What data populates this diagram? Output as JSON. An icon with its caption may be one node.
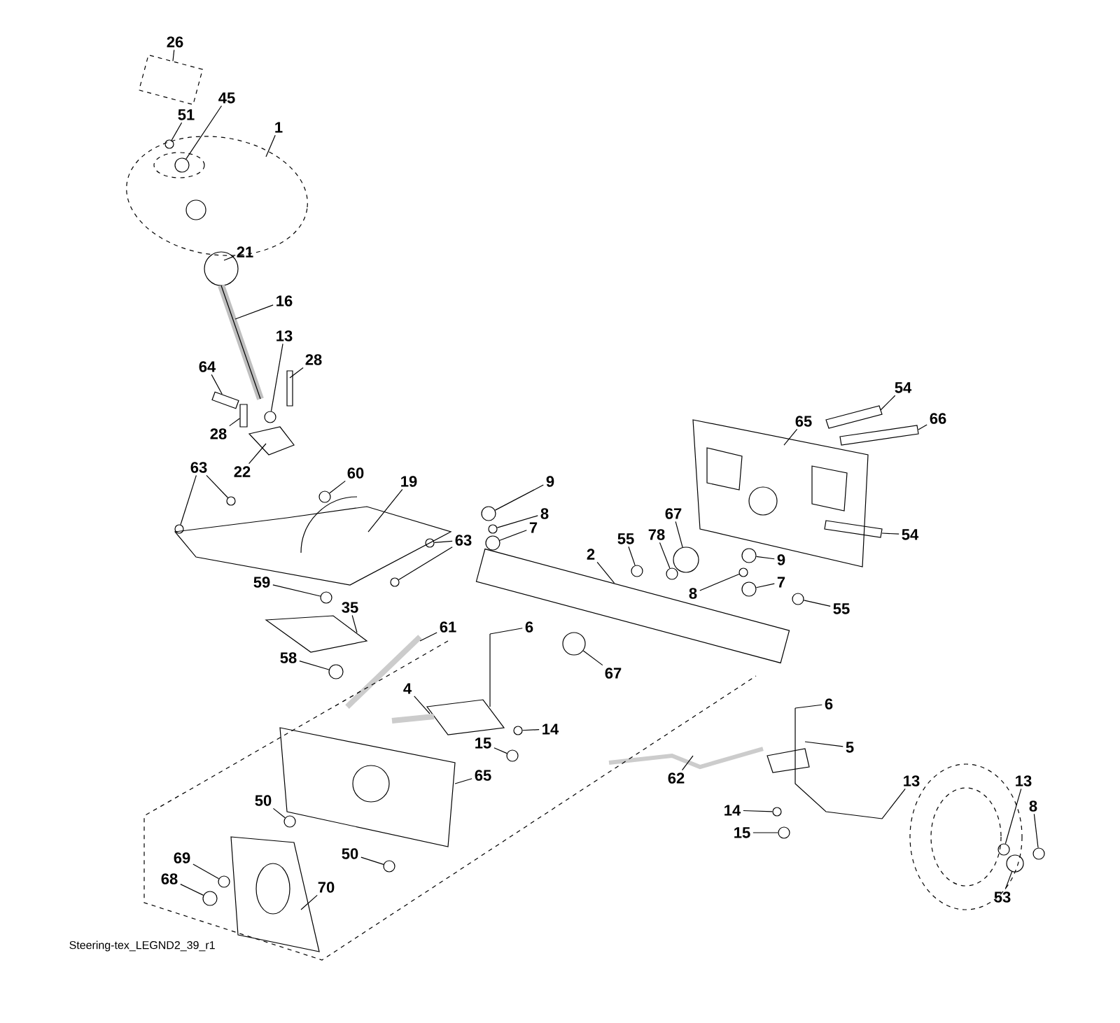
{
  "diagram": {
    "nodes": [
      {
        "text": [
          "26"
        ]
      },
      {
        "text": [
          "45"
        ]
      },
      {
        "text": [
          "51"
        ]
      },
      {
        "text": [
          "1"
        ]
      },
      {
        "text": [
          "21"
        ]
      },
      {
        "text": [
          "16"
        ]
      },
      {
        "text": [
          "13"
        ]
      },
      {
        "text": [
          "64"
        ]
      },
      {
        "text": [
          "28"
        ]
      },
      {
        "text": [
          "28"
        ]
      },
      {
        "text": [
          "22"
        ]
      },
      {
        "text": [
          "60"
        ]
      },
      {
        "text": [
          "19"
        ]
      },
      {
        "text": [
          "63"
        ]
      },
      {
        "text": [
          "63"
        ]
      },
      {
        "text": [
          "59"
        ]
      },
      {
        "text": [
          "35"
        ]
      },
      {
        "text": [
          "58"
        ]
      },
      {
        "text": [
          "61"
        ]
      },
      {
        "text": [
          "9"
        ]
      },
      {
        "text": [
          "8"
        ]
      },
      {
        "text": [
          "7"
        ]
      },
      {
        "text": [
          "2"
        ]
      },
      {
        "text": [
          "55"
        ]
      },
      {
        "text": [
          "78"
        ]
      },
      {
        "text": [
          "67"
        ]
      },
      {
        "text": [
          "9"
        ]
      },
      {
        "text": [
          "8"
        ]
      },
      {
        "text": [
          "7"
        ]
      },
      {
        "text": [
          "55"
        ]
      },
      {
        "text": [
          "67"
        ]
      },
      {
        "text": [
          "6"
        ]
      },
      {
        "text": [
          "65"
        ]
      },
      {
        "text": [
          "54"
        ]
      },
      {
        "text": [
          "66"
        ]
      },
      {
        "text": [
          "54"
        ]
      },
      {
        "text": [
          "4"
        ]
      },
      {
        "text": [
          "15"
        ]
      },
      {
        "text": [
          "14"
        ]
      },
      {
        "text": [
          "65"
        ]
      },
      {
        "text": [
          "50"
        ]
      },
      {
        "text": [
          "50"
        ]
      },
      {
        "text": [
          "69"
        ]
      },
      {
        "text": [
          "68"
        ]
      },
      {
        "text": [
          "70"
        ]
      },
      {
        "text": [
          "6"
        ]
      },
      {
        "text": [
          "5"
        ]
      },
      {
        "text": [
          "62"
        ]
      },
      {
        "text": [
          "14"
        ]
      },
      {
        "text": [
          "15"
        ]
      },
      {
        "text": [
          "13"
        ]
      },
      {
        "text": [
          "13"
        ]
      },
      {
        "text": [
          "8"
        ]
      },
      {
        "text": [
          "53"
        ]
      },
      {
        "text": [],
        "shape": "circle"
      },
      {
        "text": [],
        "shape": "circle"
      },
      {
        "text": [],
        "shape": "circle"
      },
      {
        "text": [],
        "shape": "circle"
      },
      {
        "text": [],
        "shape": "circle"
      },
      {
        "text": [],
        "shape": "circle"
      },
      {
        "text": [],
        "shape": "circle"
      },
      {
        "text": [],
        "shape": "circle"
      },
      {
        "text": [],
        "shape": "circle"
      },
      {
        "text": [],
        "shape": "circle"
      },
      {
        "text": [],
        "shape": "circle"
      },
      {
        "text": [],
        "shape": "circle"
      },
      {
        "text": [],
        "shape": "circle"
      },
      {
        "text": [],
        "shape": "circle"
      },
      {
        "text": [],
        "shape": "circle"
      },
      {
        "text": [],
        "shape": "circle"
      },
      {
        "text": [],
        "shape": "circle"
      },
      {
        "text": [],
        "shape": "circle"
      },
      {
        "text": [],
        "shape": "circle"
      },
      {
        "text": [],
        "shape": "circle"
      },
      {
        "text": [],
        "shape": "circle"
      },
      {
        "text": [],
        "shape": "circle"
      },
      {
        "text": [],
        "shape": "circle"
      },
      {
        "text": [],
        "shape": "circle"
      },
      {
        "text": [],
        "shape": "circle"
      },
      {
        "text": [],
        "shape": "circle"
      },
      {
        "text": [],
        "shape": "circle"
      },
      {
        "text": [],
        "shape": "circle"
      },
      {
        "text": [],
        "shape": "box"
      },
      {
        "text": [],
        "shape": "bar"
      },
      {
        "text": [],
        "shape": "circle"
      },
      {
        "text": [],
        "shape": "circle"
      },
      {
        "text": [],
        "shape": "circle"
      },
      {
        "text": [],
        "shape": "circle"
      },
      {
        "text": [],
        "shape": "bar"
      },
      {
        "text": [],
        "shape": "bar"
      }
    ],
    "edges": [
      {
        "from": 0,
        "to": 82,
        "arrow": "none"
      },
      {
        "from": 1,
        "to": 54,
        "arrow": "none"
      },
      {
        "from": 2,
        "to": 55,
        "arrow": "none"
      },
      {
        "from": 3,
        "to": null,
        "arrow": "none"
      },
      {
        "from": 4,
        "to": null,
        "arrow": "none"
      },
      {
        "from": 5,
        "to": null,
        "arrow": "none"
      },
      {
        "from": 6,
        "to": 56,
        "arrow": "none"
      },
      {
        "from": 7,
        "to": 88,
        "arrow": "none"
      },
      {
        "from": 8,
        "to": null,
        "arrow": "none"
      },
      {
        "from": 9,
        "to": 89,
        "arrow": "none"
      },
      {
        "from": 10,
        "to": null,
        "arrow": "none"
      },
      {
        "from": 11,
        "to": 57,
        "arrow": "none"
      },
      {
        "from": 12,
        "to": null,
        "arrow": "none"
      },
      {
        "from": 13,
        "to": 84,
        "arrow": "none"
      },
      {
        "from": 13,
        "to": 85,
        "arrow": "none"
      },
      {
        "from": 14,
        "to": 86,
        "arrow": "none"
      },
      {
        "from": 14,
        "to": 87,
        "arrow": "none"
      },
      {
        "from": 15,
        "to": 58,
        "arrow": "none"
      },
      {
        "from": 16,
        "to": null,
        "arrow": "none"
      },
      {
        "from": 17,
        "to": 59,
        "arrow": "none"
      },
      {
        "from": 18,
        "to": null,
        "arrow": "none"
      },
      {
        "from": 19,
        "to": 60,
        "arrow": "none"
      },
      {
        "from": 20,
        "to": 61,
        "arrow": "none"
      },
      {
        "from": 21,
        "to": 62,
        "arrow": "none"
      },
      {
        "from": 22,
        "to": 83,
        "arrow": "none"
      },
      {
        "from": 23,
        "to": 63,
        "arrow": "none"
      },
      {
        "from": 24,
        "to": 64,
        "arrow": "none"
      },
      {
        "from": 25,
        "to": 65,
        "arrow": "none"
      },
      {
        "from": 26,
        "to": 66,
        "arrow": "none"
      },
      {
        "from": 27,
        "to": 67,
        "arrow": "none"
      },
      {
        "from": 28,
        "to": 68,
        "arrow": "none"
      },
      {
        "from": 29,
        "to": 69,
        "arrow": "none"
      },
      {
        "from": 30,
        "to": 70,
        "arrow": "none"
      },
      {
        "from": 31,
        "to": null,
        "arrow": "none"
      },
      {
        "from": 32,
        "to": null,
        "arrow": "none"
      },
      {
        "from": 33,
        "to": null,
        "arrow": "none"
      },
      {
        "from": 34,
        "to": null,
        "arrow": "none"
      },
      {
        "from": 35,
        "to": null,
        "arrow": "none"
      },
      {
        "from": 36,
        "to": null,
        "arrow": "none"
      },
      {
        "from": 37,
        "to": 71,
        "arrow": "none"
      },
      {
        "from": 38,
        "to": 72,
        "arrow": "none"
      },
      {
        "from": 39,
        "to": null,
        "arrow": "none"
      },
      {
        "from": 40,
        "to": 73,
        "arrow": "none"
      },
      {
        "from": 41,
        "to": 74,
        "arrow": "none"
      },
      {
        "from": 42,
        "to": 75,
        "arrow": "none"
      },
      {
        "from": 43,
        "to": 76,
        "arrow": "none"
      },
      {
        "from": 44,
        "to": null,
        "arrow": "none"
      },
      {
        "from": 45,
        "to": null,
        "arrow": "none"
      },
      {
        "from": 46,
        "to": null,
        "arrow": "none"
      },
      {
        "from": 47,
        "to": null,
        "arrow": "none"
      },
      {
        "from": 48,
        "to": 77,
        "arrow": "none"
      },
      {
        "from": 49,
        "to": 78,
        "arrow": "none"
      },
      {
        "from": 50,
        "to": null,
        "arrow": "none"
      },
      {
        "from": 51,
        "to": 79,
        "arrow": "none"
      },
      {
        "from": 52,
        "to": 80,
        "arrow": "none"
      },
      {
        "from": 53,
        "to": 81,
        "arrow": "none"
      }
    ],
    "labels": [
      "Steering-tex_LEGND2_39_r1"
    ]
  }
}
